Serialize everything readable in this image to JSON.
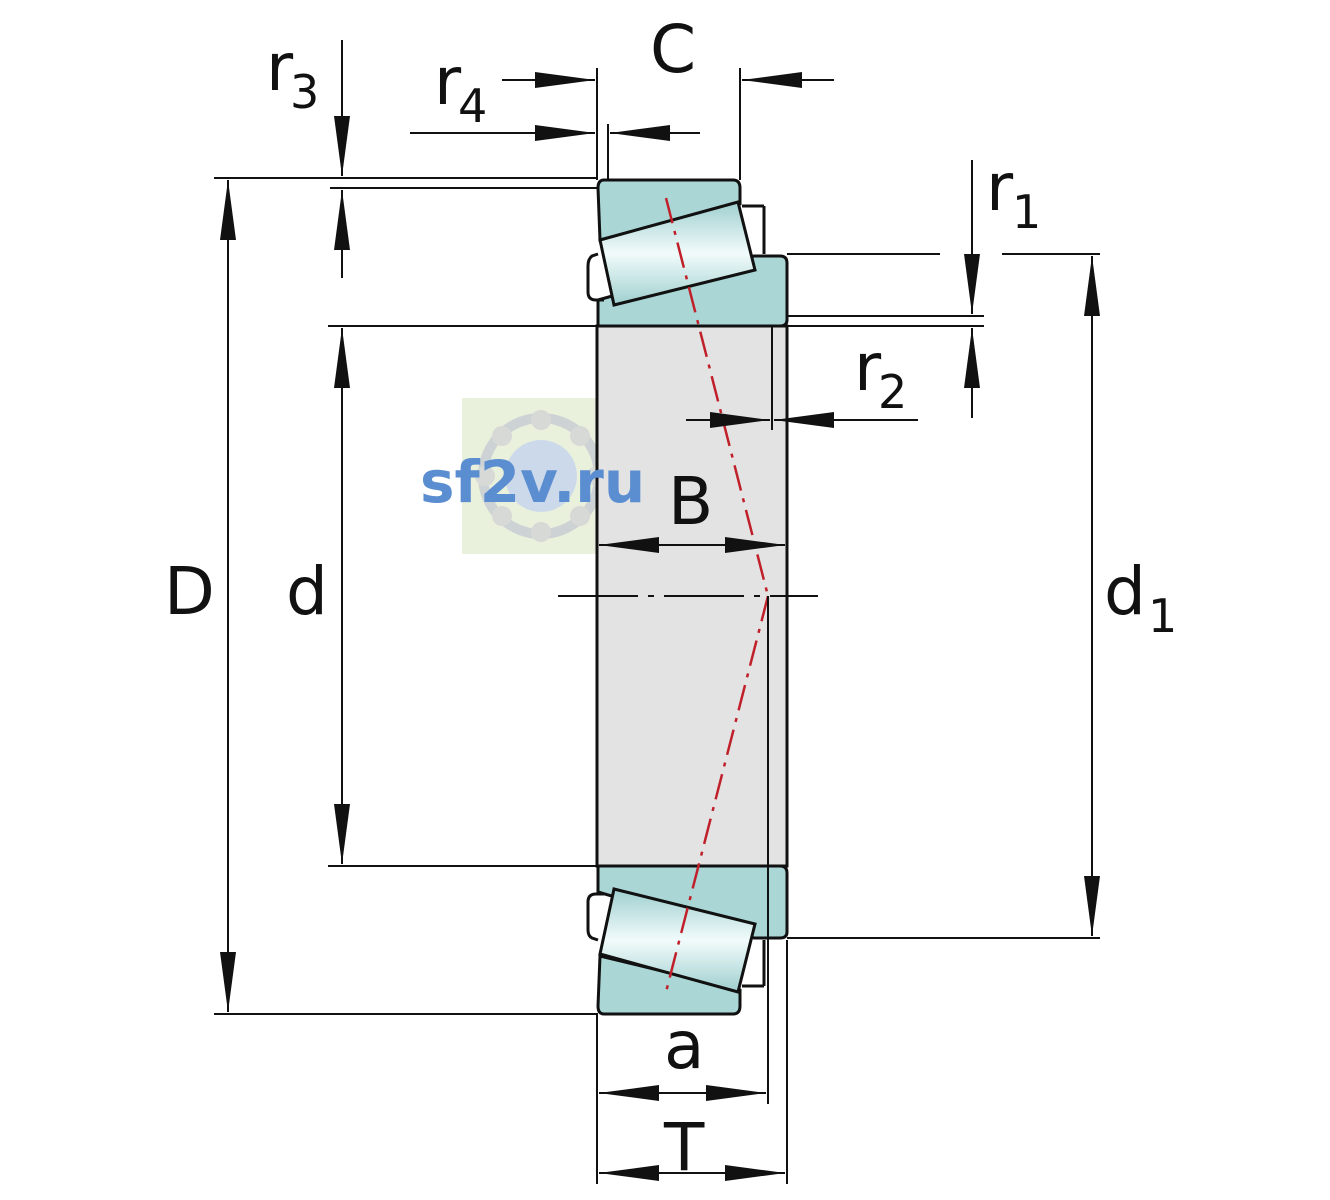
{
  "labels": {
    "C": "C",
    "r3_main": "r",
    "r3_sub": "3",
    "r4_main": "r",
    "r4_sub": "4",
    "r1_main": "r",
    "r1_sub": "1",
    "r2_main": "r",
    "r2_sub": "2",
    "B": "B",
    "D": "D",
    "d": "d",
    "d1_main": "d",
    "d1_sub": "1",
    "a": "a",
    "T": "T"
  },
  "watermark": {
    "text": "sf2v.ru"
  },
  "colors": {
    "line": "#111111",
    "ring_fill": "#aad6d6",
    "roller_fill": "#c8e3e3",
    "bore_fill": "#e3e3e3",
    "axis_line": "#c0202a",
    "watermark_text": "#5b8ed1",
    "watermark_bg": "#e9f0dc"
  }
}
